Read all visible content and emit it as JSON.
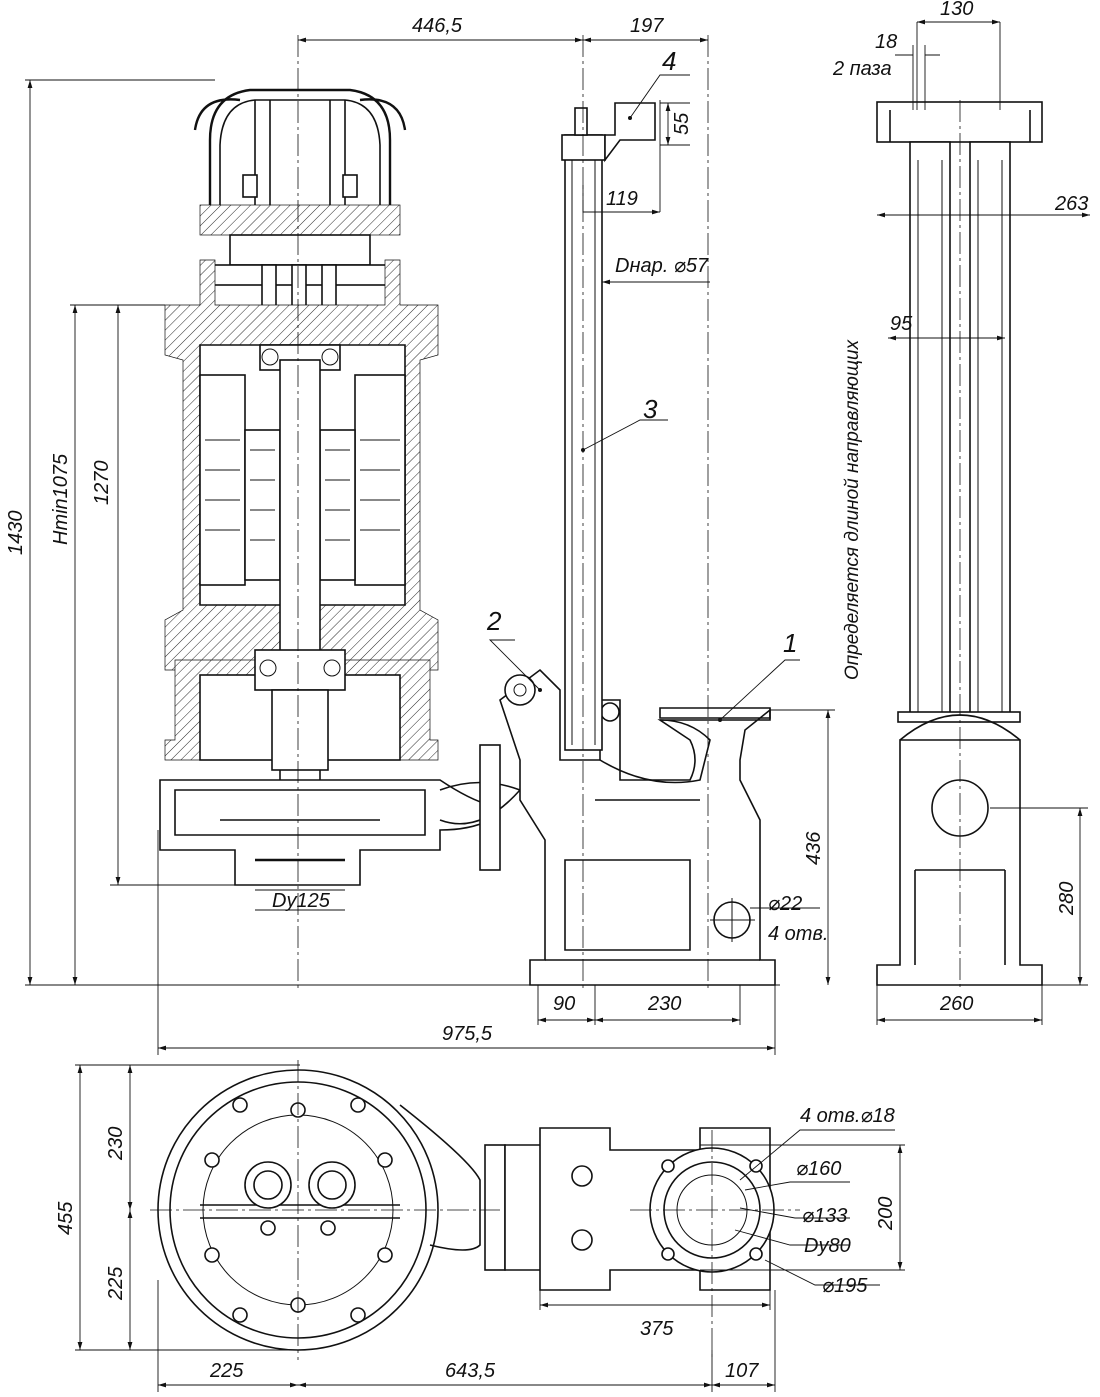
{
  "dimensions": {
    "d446": "446,5",
    "d197": "197",
    "d130": "130",
    "d18": "18",
    "slots": "2 паза",
    "d55": "55",
    "d119": "119",
    "d263": "263",
    "dnar": "Dнар. ⌀57",
    "d95": "95",
    "d1430": "1430",
    "d1270": "1270",
    "hmin": "Hmin1075",
    "guides_note": "Определяется длиной направляющих",
    "d436": "436",
    "d280": "280",
    "holes22": "⌀22",
    "holes22_count": "4 отв.",
    "dy125": "Dy125",
    "d90": "90",
    "d230b": "230",
    "d260": "260",
    "d975": "975,5",
    "d455": "455",
    "d230": "230",
    "d225v": "225",
    "holes18": "4 отв.⌀18",
    "d160": "⌀160",
    "d133": "⌀133",
    "dy80": "Dy80",
    "d195": "⌀195",
    "d200": "200",
    "d375": "375",
    "d225h": "225",
    "d643": "643,5",
    "d107": "107"
  },
  "callouts": {
    "c1": "1",
    "c2": "2",
    "c3": "3",
    "c4": "4"
  }
}
